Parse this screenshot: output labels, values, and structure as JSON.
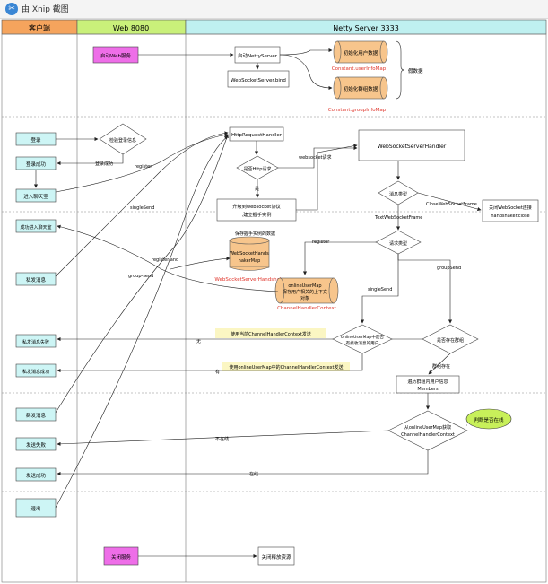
{
  "window": {
    "title": "由 Xnip 截图",
    "logo_icon": "xnip-logo-icon"
  },
  "lanes": {
    "client": "客户端",
    "web": "Web 8080",
    "netty": "Netty Server 3333"
  },
  "colors": {
    "client_header": "#f5a45d",
    "web_header": "#c9f07a",
    "netty_header": "#bff0f0",
    "cyan_box": "#cdf5f5",
    "magenta_box": "#ee6ee8",
    "cylinder": "#f7c58c",
    "green_note": "#c8f05a",
    "yellow_note": "#fbf6c3",
    "red_text": "#e0352b"
  },
  "nodes": {
    "start_web": "启动Web服务",
    "start_netty": "启动NettyServer",
    "ws_server_bind": "WebSocketServer.bind",
    "init_user_data": "初始化用户数据",
    "const_user": "Constant.userInfoMap",
    "init_group_data": "初始化群组数据",
    "const_group": "Constant.groupInfoMap",
    "fake_data": "假数据",
    "login": "登录",
    "check_login": "检验登录信息",
    "login_ok_edge": "登录成功",
    "login_success": "登录成功",
    "register": "register",
    "enter_chat": "进入聊天室",
    "http_handler": "HttpRequestHandler",
    "is_http": "是否Http请求",
    "ws_request": "websocket请求",
    "yes": "是",
    "upgrade_1": "升级到websocket协议",
    "upgrade_2": ",建立握手实例",
    "ws_handler": "WebSocketServerHandler",
    "msg_type": "消息类型",
    "close_frame": "CloseWebSocketFrame",
    "close_box_1": "关闭WebSocket连接",
    "close_box_2": "handshaker.close",
    "text_frame": "TextWebSocketFrame",
    "single_send": "singleSend",
    "success_enter": "成功进入聊天室",
    "save_instance": "保存握手实例的数据",
    "handshaker_1": "WebSocketHands",
    "handshaker_2": "hakerMap",
    "handshaker_label": "WebSocketServerHandshaker",
    "req_type": "请求类型",
    "register_label": "register",
    "register_and": "register-and",
    "group_send": "group-send",
    "group_send2": "groupSend",
    "private_msg": "私发消息",
    "online_1": "onlineUserMap",
    "online_2": "保存用户相关的上下文",
    "online_3": "对象",
    "channel_ctx": "ChannelHandlerContext",
    "single_send2": "singleSend",
    "private_fail": "私发消息失败",
    "note_no": "使用当前ChannelHandlerContext发送",
    "no_label": "无",
    "online_q_1": "onlineUserMap中是否",
    "online_q_2": "有接收消息的用户",
    "group_exist": "是否存在群组",
    "private_ok": "私发消息成功",
    "has_label": "有",
    "note_has": "使用onlineUserMap中的ChannelHandlerContext发送",
    "group_exist_yes": "群组存在",
    "traverse_1": "遍历群组内用户信息",
    "traverse_2": "Members",
    "group_msg": "群发消息",
    "send_fail": "发送失败",
    "not_online": "不在线",
    "online_get_1": "从onlineUserMap获取",
    "online_get_2": "ChannelHandlerContext",
    "judge_online": "判断是否在线",
    "send_ok": "发送成功",
    "online": "在线",
    "exit": "退出",
    "stop_service": "关闭服务",
    "release_res": "关闭释放资源"
  }
}
